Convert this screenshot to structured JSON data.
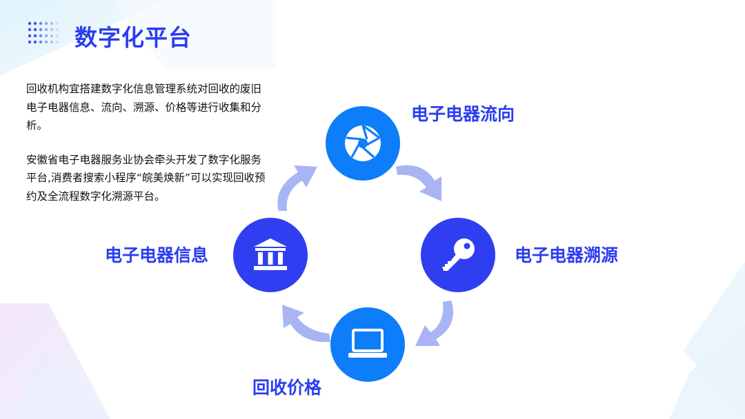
{
  "title": "数字化平台",
  "description": [
    "回收机构宜搭建数字化信息管理系统对回收的废旧电子电器信息、流向、溯源、价格等进行收集和分析。",
    "安徽省电子电器服务业协会牵头开发了数字化服务平台,消费者搜索小程序“皖美焕新”可以实现回收预约及全流程数字化溯源平台。"
  ],
  "cycle": {
    "top": {
      "label": "电子电器流向",
      "icon": "aperture-icon"
    },
    "right": {
      "label": "电子电器溯源",
      "icon": "key-icon"
    },
    "bottom": {
      "label": "回收价格",
      "icon": "laptop-icon"
    },
    "left": {
      "label": "电子电器信息",
      "icon": "bank-building-icon"
    }
  },
  "colors": {
    "accent": "#2b3ef0",
    "node_light": "#0e7df9",
    "node_dark": "#2f3ef0",
    "arrow": "#a9b4f5"
  }
}
